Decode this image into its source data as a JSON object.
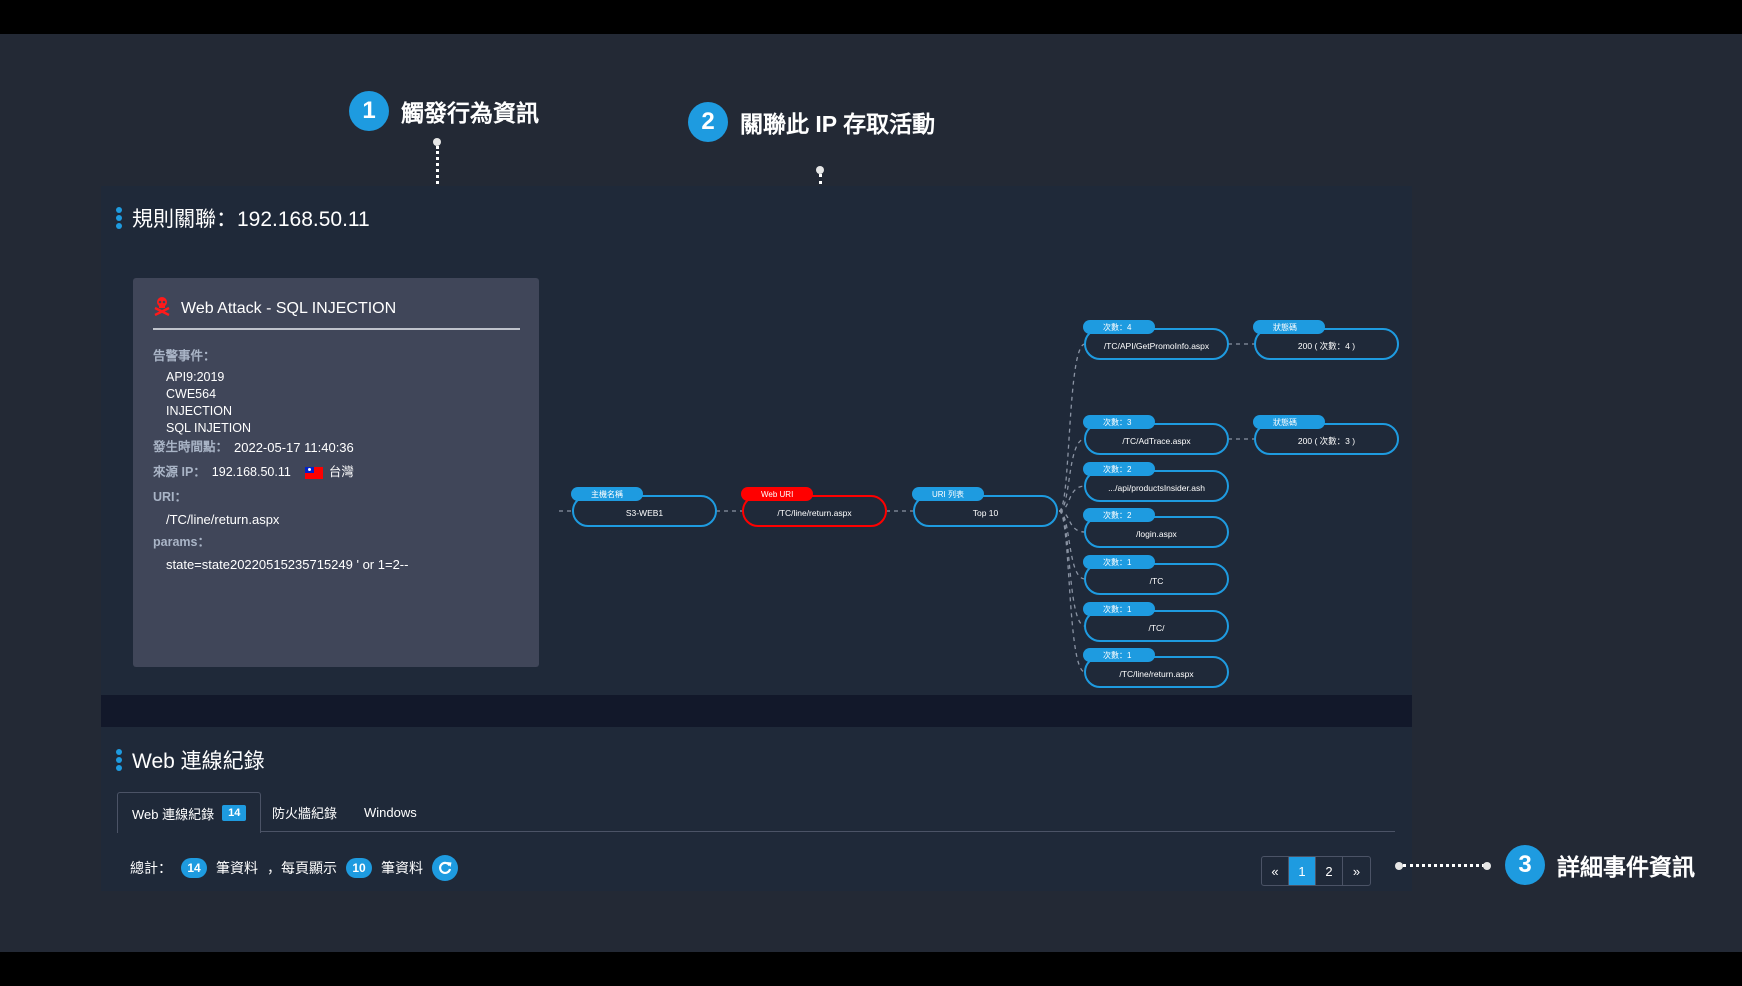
{
  "annotations": [
    {
      "number": "1",
      "label": "觸發行為資訊"
    },
    {
      "number": "2",
      "label": "關聯此 IP 存取活動"
    },
    {
      "number": "3",
      "label": "詳細事件資訊"
    }
  ],
  "rule_section": {
    "title": "規則關聯：192.168.50.11"
  },
  "alert_card": {
    "title": "Web Attack - SQL INJECTION",
    "icon": "skull-crossbones-icon",
    "alert_events_label": "告警事件：",
    "alert_events": [
      "API9:2019",
      "CWE564",
      "INJECTION",
      "SQL INJETION"
    ],
    "time_label": "發生時間點：",
    "time_value": "2022-05-17 11:40:36",
    "source_ip_label": "來源 IP：",
    "source_ip_value": "192.168.50.11",
    "country": "台灣",
    "uri_label": "URI：",
    "uri_value": "/TC/line/return.aspx",
    "params_label": "params：",
    "params_value": "state=state20220515235715249 ' or 1=2--"
  },
  "graph": {
    "colors": {
      "blue": "#1e9be0",
      "red": "#ff0000",
      "edge": "#8a93a3"
    },
    "main_nodes": [
      {
        "label": "主機名稱",
        "text": "S3-WEB1",
        "status": "normal"
      },
      {
        "label": "Web URI",
        "text": "/TC/line/return.aspx",
        "status": "alert"
      },
      {
        "label": "URI 列表",
        "text": "Top 10",
        "status": "normal"
      }
    ],
    "uri_nodes": [
      {
        "label": "次數：4",
        "text": "/TC/API/GetPromoInfo.aspx",
        "status_label": "狀態碼",
        "status_text": "200 ( 次數：4 )"
      },
      {
        "label": "次數：3",
        "text": "/TC/AdTrace.aspx",
        "status_label": "狀態碼",
        "status_text": "200 ( 次數：3 )"
      },
      {
        "label": "次數：2",
        "text": ".../api/productsInsider.ash"
      },
      {
        "label": "次數：2",
        "text": "/login.aspx"
      },
      {
        "label": "次數：1",
        "text": "/TC"
      },
      {
        "label": "次數：1",
        "text": "/TC/"
      },
      {
        "label": "次數：1",
        "text": "/TC/line/return.aspx"
      }
    ]
  },
  "web_log_section": {
    "title": "Web 連線紀錄",
    "tabs": [
      {
        "label": "Web 連線紀錄",
        "badge": "14",
        "active": true
      },
      {
        "label": "防火牆紀錄",
        "active": false
      },
      {
        "label": "Windows",
        "active": false
      }
    ],
    "summary": {
      "total_label": "總計：",
      "total": "14",
      "records_label": "筆資料",
      "per_page_label": "，每頁顯示",
      "per_page": "10",
      "records_label2": "筆資料"
    },
    "pagination": {
      "prev": "«",
      "pages": [
        "1",
        "2"
      ],
      "current": "1",
      "next": "»"
    }
  }
}
